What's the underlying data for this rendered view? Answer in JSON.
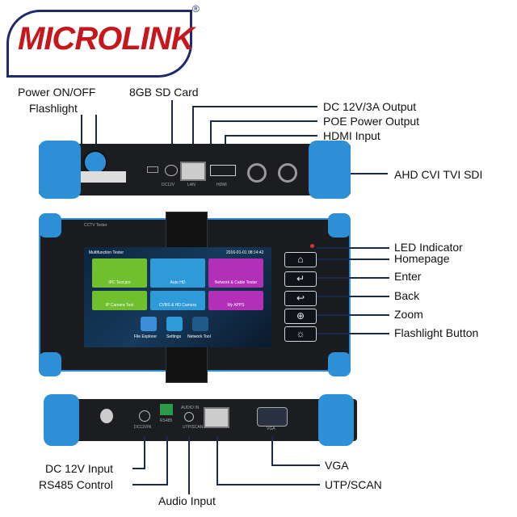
{
  "brand": {
    "logo_text": "MICROLINK",
    "registered": "®",
    "logo_color": "#c8161d",
    "border_color": "#1f2a6b"
  },
  "labels": {
    "top_left": [
      "Power ON/OFF",
      "Flashlight"
    ],
    "sd_card": "8GB SD Card",
    "top_right": [
      "DC 12V/3A Output",
      "POE Power Output",
      "HDMI Input"
    ],
    "ahd": "AHD CVI TVI SDI",
    "side_right": [
      "LED Indicator",
      "Homepage",
      "Enter",
      "Back",
      "Zoom",
      "Flashlight Button"
    ],
    "bottom_left": [
      "DC 12V Input",
      "RS485 Control"
    ],
    "audio": "Audio Input",
    "bottom_right": [
      "VGA",
      "UTP/SCAN"
    ]
  },
  "device_top_ports": {
    "dc": "DC12V",
    "lan": "LAN",
    "hdmi": "HDMI"
  },
  "screen": {
    "header_title": "CCTV Tester",
    "app_title": "Multifunction Tester",
    "datetime": "2016-01-01 08:14:42",
    "apps": [
      {
        "label": "IPC Test pro",
        "color": "#6fbf2e"
      },
      {
        "label": "Auto HD",
        "color": "#2f9ad8"
      },
      {
        "label": "Network & Cable Tester",
        "color": "#b22fb8"
      },
      {
        "label": "IP Camera Test",
        "color": "#6fbf2e"
      },
      {
        "label": "CVBS & HD Camera",
        "color": "#2f9ad8"
      },
      {
        "label": "My APPS",
        "color": "#b22fb8"
      }
    ],
    "dock": [
      "File Explorer",
      "Settings",
      "Network Tool"
    ]
  },
  "side_buttons": [
    "⌂",
    "↵",
    "↩",
    "⊕",
    "☼"
  ],
  "bottom_ports": {
    "dc_in": "DC12VIN",
    "rs485": "RS485",
    "audio_in": "AUDIO IN",
    "utp": "UTP/SCAN",
    "vga": "VGA"
  },
  "accent_color": "#2f8fd8"
}
